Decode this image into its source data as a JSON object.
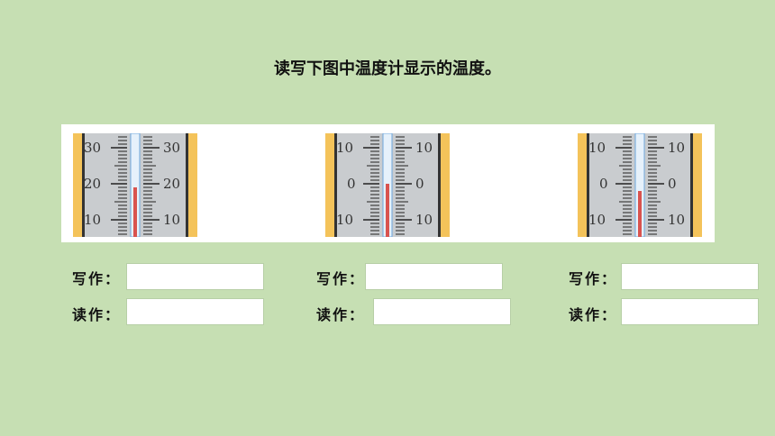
{
  "instruction": "读写下图中温度计显示的温度。",
  "thermometers": [
    {
      "labels": [
        "30",
        "20",
        "10"
      ],
      "reading": 19
    },
    {
      "labels": [
        "10",
        "0",
        "10"
      ],
      "reading": 0
    },
    {
      "labels": [
        "10",
        "0",
        "10"
      ],
      "reading": -2
    }
  ],
  "write_label": "写作：",
  "read_label": "读作：",
  "colors": {
    "background": "#c6dfb3",
    "frame": "#f4c35a",
    "mercury": "#d9534f",
    "tube": "#6fa8dc"
  }
}
